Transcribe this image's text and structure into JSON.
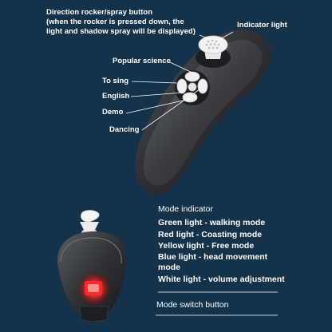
{
  "labels": {
    "rocker_title": "Direction rocker/spray button",
    "rocker_desc_1": "(when the rocker is pressed down, the",
    "rocker_desc_2": "light and shadow spray will be displayed)",
    "indicator_light": "Indicator light",
    "popular_science": "Popular science",
    "to_sing": "To sing",
    "english": "English",
    "demo": "Demo",
    "dancing": "Dancing",
    "mode_indicator": "Mode indicator",
    "green": "Green light - walking mode",
    "red": "Red light - Coasting mode",
    "yellow": "Yellow light - Free mode",
    "blue_1": "Blue light - head movement",
    "blue_2": "mode",
    "white": "White light - volume adjustment",
    "mode_switch": "Mode switch button"
  },
  "colors": {
    "background": "#14324a",
    "device_body": "#2b2d31",
    "indicator_red": "#ff2a2a"
  }
}
